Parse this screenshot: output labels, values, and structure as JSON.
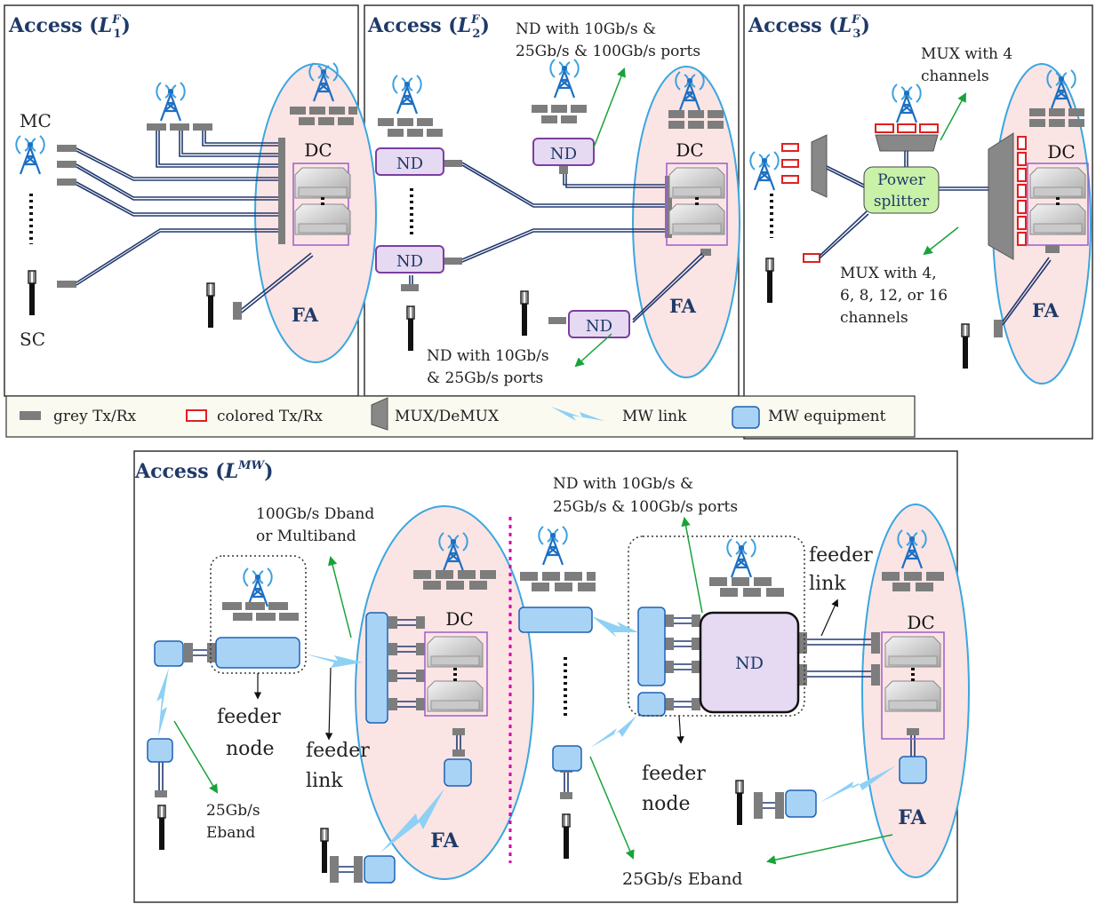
{
  "panels": {
    "l1": {
      "title_prefix": "Access (",
      "title_var": "L",
      "title_sup": "F",
      "title_sub": "1",
      "title_suffix": ")"
    },
    "l2": {
      "title_prefix": "Access (",
      "title_var": "L",
      "title_sup": "F",
      "title_sub": "2",
      "title_suffix": ")"
    },
    "l3": {
      "title_prefix": "Access (",
      "title_var": "L",
      "title_sup": "F",
      "title_sub": "3",
      "title_suffix": ")"
    },
    "mw": {
      "title_prefix": "Access (",
      "title_var": "L",
      "title_sup": "MW",
      "title_suffix": ")"
    }
  },
  "labels": {
    "mc": "MC",
    "sc": "SC",
    "dc": "DC",
    "fa": "FA",
    "nd": "ND",
    "nd_ports_100_line1": "ND with 10Gb/s &",
    "nd_ports_100_line2": "25Gb/s & 100Gb/s ports",
    "nd_ports_25_line1": "ND with 10Gb/s",
    "nd_ports_25_line2": "& 25Gb/s ports",
    "mux4_line1": "MUX with 4",
    "mux4_line2": "channels",
    "muxn_line1": "MUX with 4,",
    "muxn_line2": "6, 8, 12, or 16",
    "muxn_line3": "channels",
    "splitter_line1": "Power",
    "splitter_line2": "splitter",
    "dband_line1": "100Gb/s Dband",
    "dband_line2": "or Multiband",
    "feeder_node_line1": "feeder",
    "feeder_node_line2": "node",
    "feeder_link_line1": "feeder",
    "feeder_link_line2": "link",
    "eband_line1": "25Gb/s",
    "eband_line2": "Eband",
    "eband_full": "25Gb/s Eband"
  },
  "legend": {
    "grey": "grey Tx/Rx",
    "colored": "colored Tx/Rx",
    "mux": "MUX/DeMUX",
    "mw_link": "MW link",
    "mw_equip": "MW equipment"
  },
  "colors": {
    "title": "#1f3a68",
    "fa_fill": "#fbe4e4",
    "fa_stroke": "#3aa7e0",
    "nd_fill": "#e6d9f2",
    "nd_stroke": "#7b3fa0",
    "mw_fill": "#a9d3f5",
    "mw_stroke": "#1e62b5",
    "colored_txrx": "#e02020",
    "grey_txrx": "#7d7d7d",
    "splitter_fill": "#c9f2a8",
    "arrow_green": "#18a33a",
    "fiber": "#223a70",
    "legend_bg": "#fafaf0",
    "divider": "#d400b0"
  }
}
